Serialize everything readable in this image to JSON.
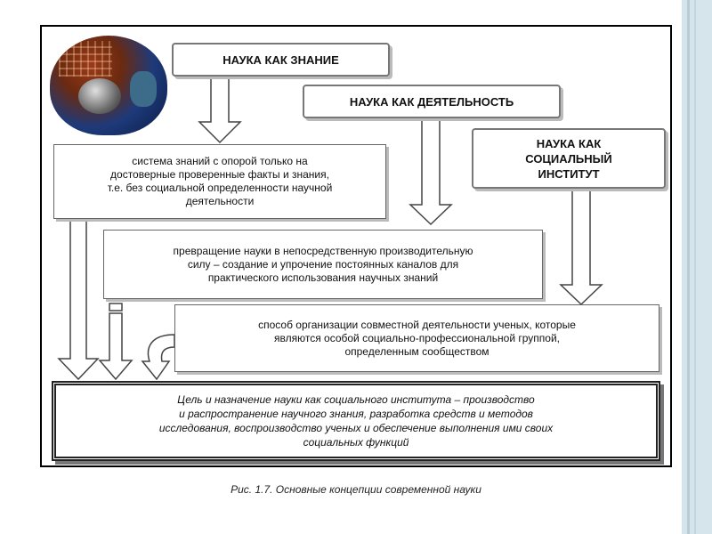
{
  "concepts": {
    "knowledge": "НАУКА КАК ЗНАНИЕ",
    "activity": "НАУКА КАК ДЕЯТЕЛЬНОСТЬ",
    "institute_line1": "НАУКА КАК",
    "institute_line2": "СОЦИАЛЬНЫЙ",
    "institute_line3": "ИНСТИТУТ"
  },
  "descriptions": {
    "knowledge": [
      "система знаний с опорой только на",
      "достоверные проверенные факты и знания,",
      "т.е. без социальной определенности научной",
      "деятельности"
    ],
    "activity": [
      "превращение науки в непосредственную производительную",
      "силу – создание и упрочение постоянных каналов для",
      "практического использования научных знаний"
    ],
    "institute": [
      "способ организации совместной деятельности ученых, которые",
      "являются особой социально-профессиональной группой,",
      "определенным сообществом"
    ]
  },
  "goal": [
    "Цель и назначение науки как социального института – производство",
    "и распространение научного знания, разработка средств и методов",
    "исследования, воспроизводство ученых и обеспечение выполнения ими своих",
    "социальных функций"
  ],
  "caption": "Рис. 1.7. Основные концепции современной науки",
  "colors": {
    "border": "#000000",
    "shadow": "#bbbbbb",
    "background": "#ffffff",
    "slide_strip": "#d6e4ec"
  }
}
